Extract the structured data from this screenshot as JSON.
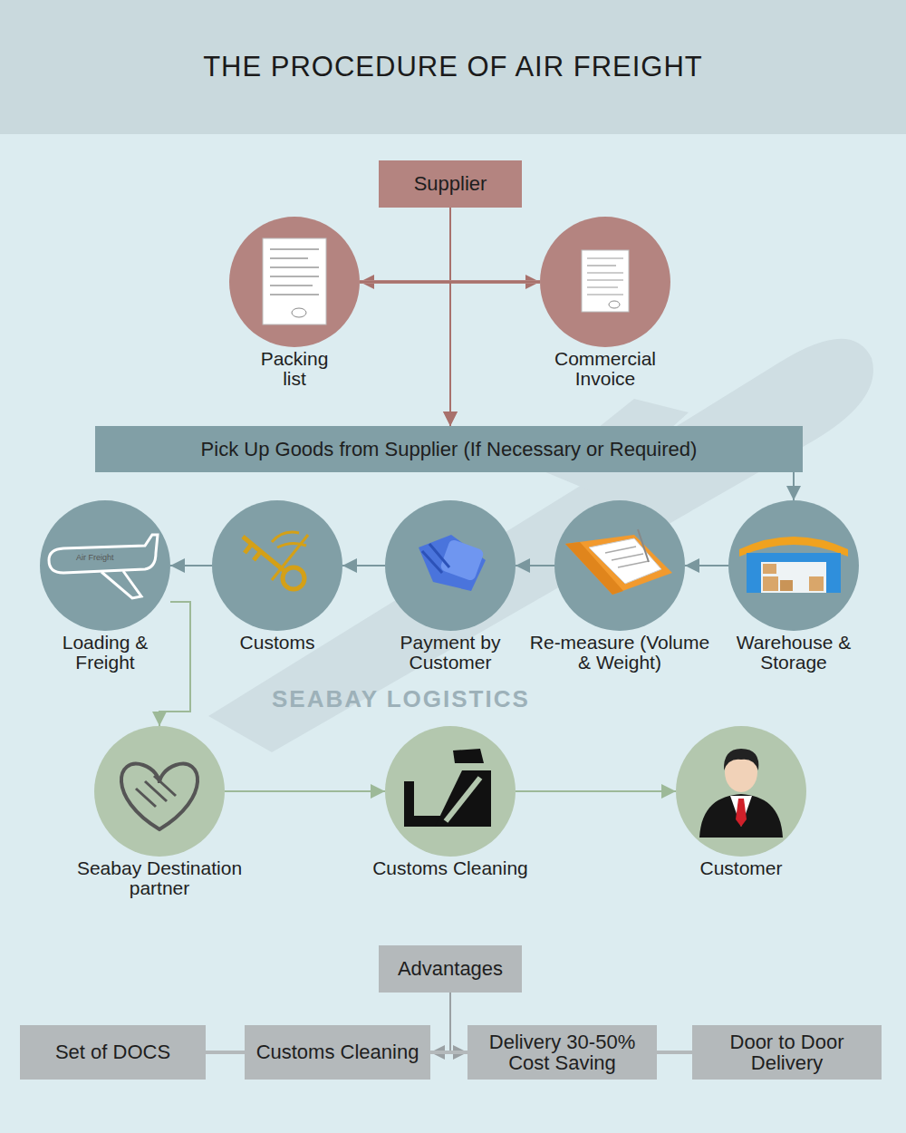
{
  "diagram": {
    "title": "THE PROCEDURE OF AIR FREIGHT",
    "nodes": [
      {
        "text": [
          "Supplier"
        ]
      },
      {
        "text": [
          "Packing list"
        ]
      },
      {
        "text": [
          "Commercial Invoice"
        ]
      },
      {
        "text": [
          "Pick Up Goods from Supplier (If Necessary or Required)"
        ]
      },
      {
        "text": [
          "Warehouse & Storage"
        ]
      },
      {
        "text": [
          "Re-measure (Volume & Weight)"
        ]
      },
      {
        "text": [
          "Payment by Customer"
        ]
      },
      {
        "text": [
          "Customs"
        ]
      },
      {
        "text": [
          "Loading & Freight"
        ]
      },
      {
        "text": [
          "Seabay Destination partner"
        ]
      },
      {
        "text": [
          "Customs Cleaning"
        ]
      },
      {
        "text": [
          "Customer"
        ]
      },
      {
        "text": [
          "Advantages"
        ]
      },
      {
        "text": [
          "Set of DOCS"
        ]
      },
      {
        "text": [
          "Customs Cleaning"
        ]
      },
      {
        "text": [
          "Delivery 30-50% Cost Saving"
        ]
      },
      {
        "text": [
          "Door to Door Delivery"
        ]
      }
    ],
    "edges": [
      {
        "from": 0,
        "to": 1,
        "arrow": "to"
      },
      {
        "from": 0,
        "to": 2,
        "arrow": "to"
      },
      {
        "from": 1,
        "to": 2,
        "arrow": "none"
      },
      {
        "from": 1,
        "to": 3,
        "arrow": "to"
      },
      {
        "from": 2,
        "to": 3,
        "arrow": "to"
      },
      {
        "from": 3,
        "to": 4,
        "arrow": "to"
      },
      {
        "from": 4,
        "to": 5,
        "arrow": "to"
      },
      {
        "from": 5,
        "to": 6,
        "arrow": "to"
      },
      {
        "from": 6,
        "to": 7,
        "arrow": "to"
      },
      {
        "from": 7,
        "to": 8,
        "arrow": "to"
      },
      {
        "from": 8,
        "to": 9,
        "arrow": "to"
      },
      {
        "from": 9,
        "to": 10,
        "arrow": "to"
      },
      {
        "from": 10,
        "to": 11,
        "arrow": "to"
      },
      {
        "from": 12,
        "to": 14,
        "arrow": "to"
      },
      {
        "from": 12,
        "to": 15,
        "arrow": "to"
      },
      {
        "from": 13,
        "to": 14,
        "arrow": "none"
      },
      {
        "from": 14,
        "to": 15,
        "arrow": "none"
      },
      {
        "from": 15,
        "to": 16,
        "arrow": "none"
      }
    ],
    "labels": [
      "Air Freight",
      "SEABAY LOGISTICS"
    ]
  }
}
